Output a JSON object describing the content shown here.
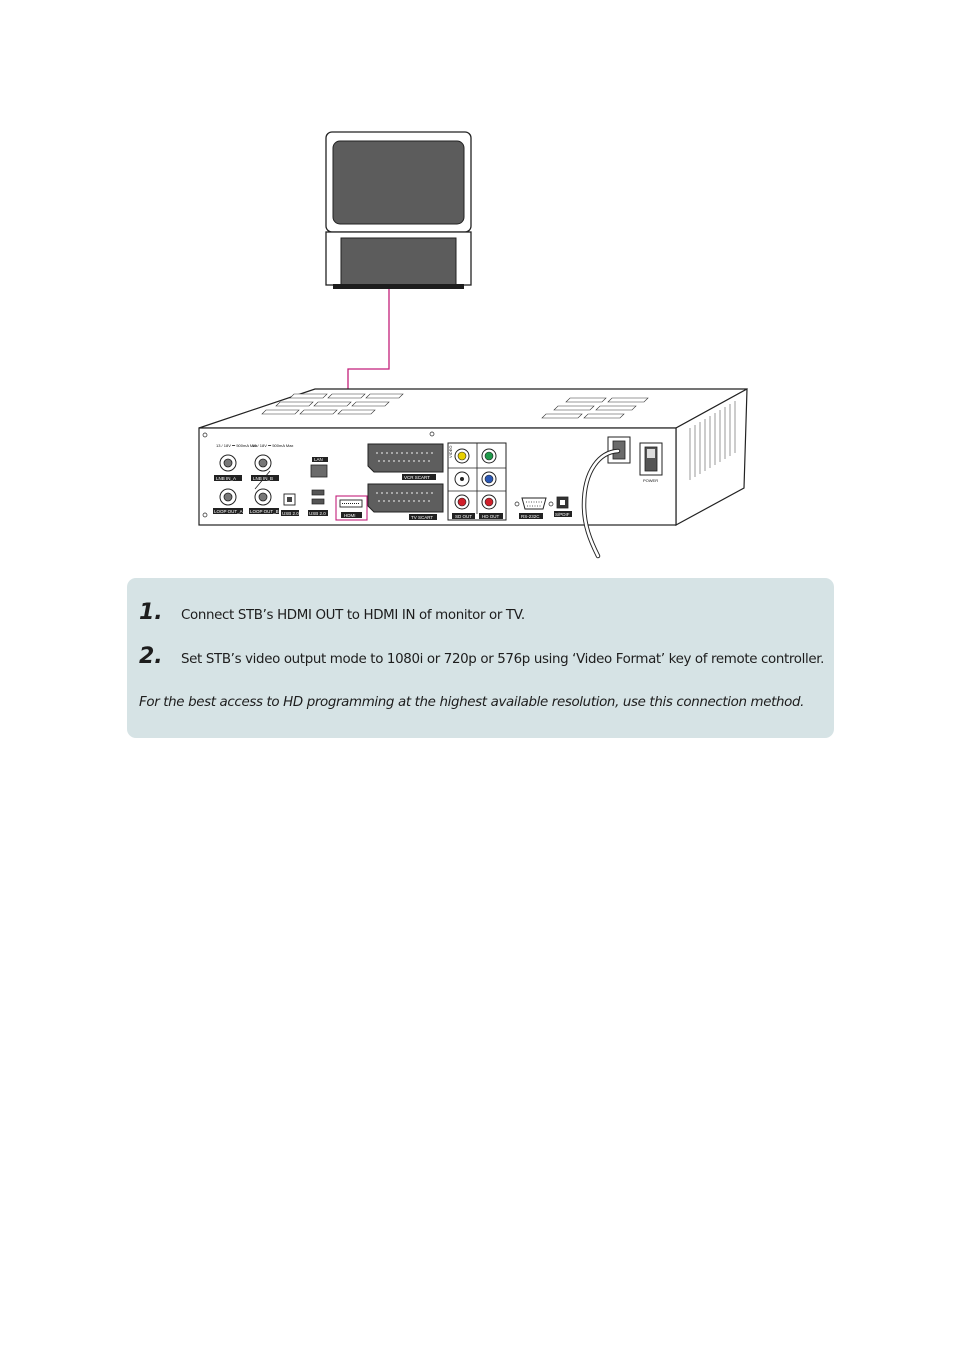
{
  "panel": {
    "lnb_spec_a": "13 / 18V ⎓ 500mA Max",
    "lnb_spec_b": "13 / 18V ⎓ 500mA Max",
    "lnb_in_a": "LNB IN_A",
    "lnb_in_b": "LNB IN_B",
    "loop_out_a": "LOOP OUT_A",
    "loop_out_b": "LOOP OUT_B",
    "usb_a": "USB 2.0",
    "usb_b": "USB 2.0",
    "lan": "LAN",
    "hdmi": "HDMI",
    "vcr_scart": "VCR SCART",
    "tv_scart": "TV SCART",
    "video": "VIDEO",
    "sd_out": "SD OUT",
    "hd_out": "HD OUT",
    "rs232c": "RS-232C",
    "spdif": "S/PDIF",
    "power": "POWER"
  },
  "instructions": {
    "steps": [
      {
        "number": "1.",
        "text": "Connect STB’s HDMI OUT to HDMI IN of monitor or TV."
      },
      {
        "number": "2.",
        "text": "Set STB’s video output mode to 1080i or 720p or 576p using ‘Video Format’ key of remote controller."
      }
    ],
    "note": "For the best access to HD programming at the highest available resolution, use this connection method."
  },
  "colors": {
    "cable": "#c21f7a",
    "box_bg": "#d6e3e5",
    "screen": "#5a5a5a"
  }
}
